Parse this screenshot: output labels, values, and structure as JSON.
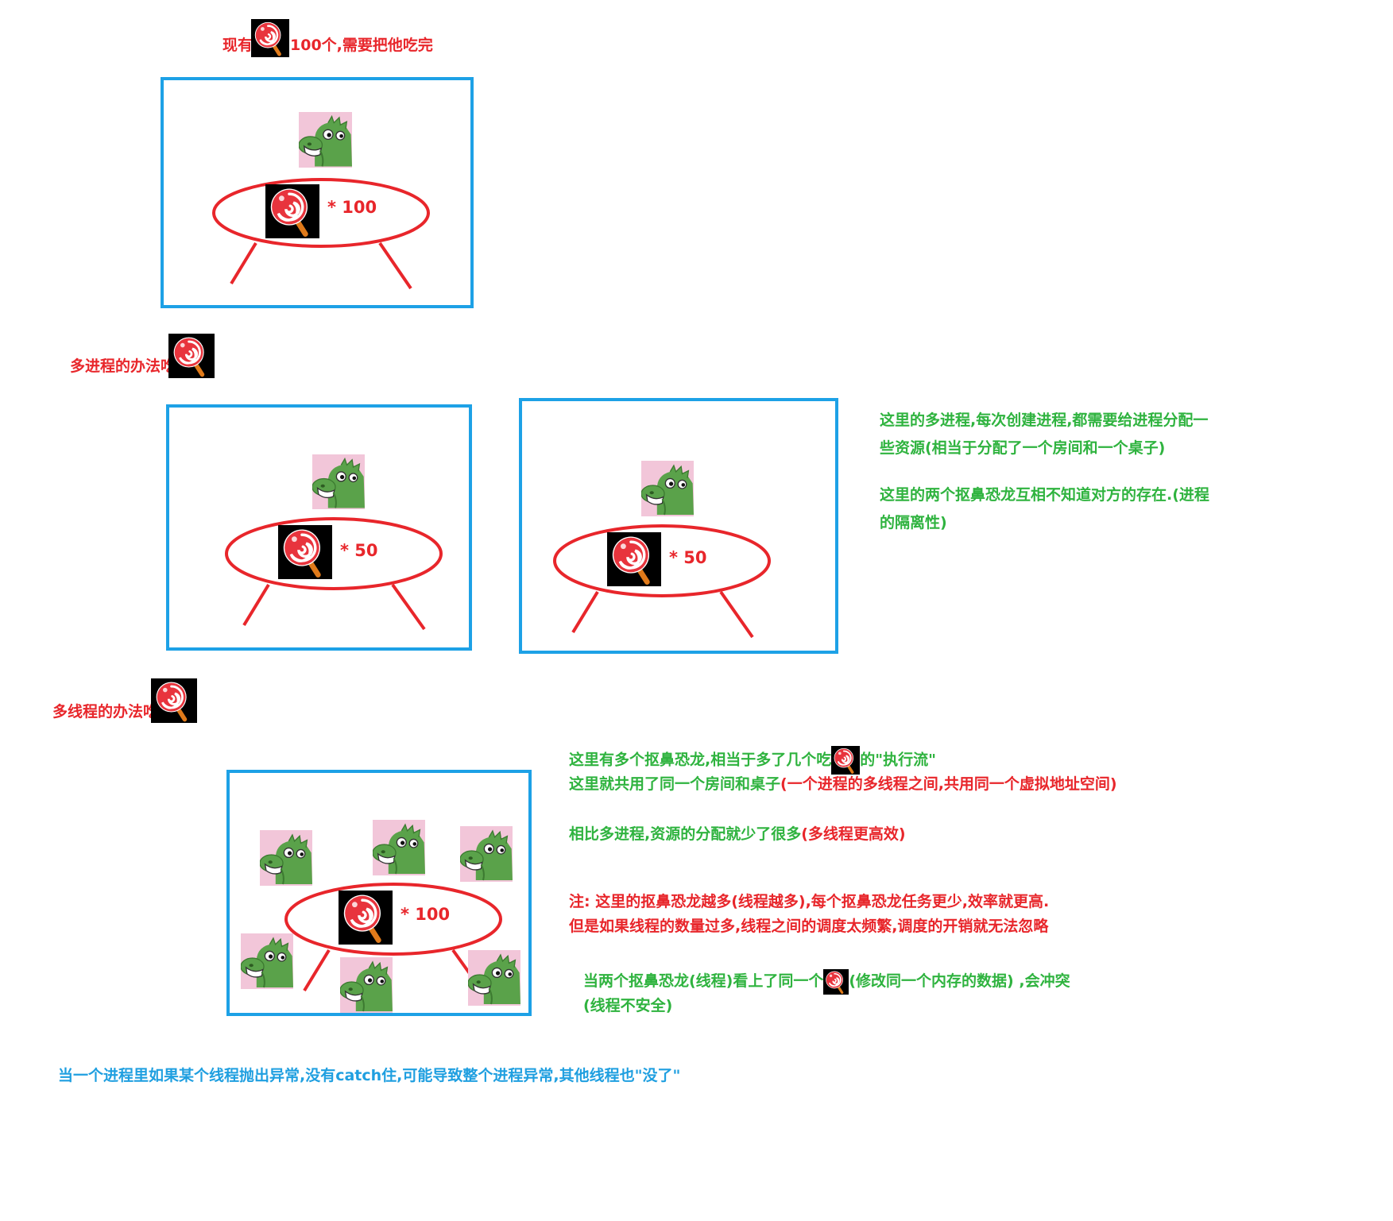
{
  "header": {
    "prefix": "现有",
    "suffix": "100个,需要把他吃完"
  },
  "scene1": {
    "count": "* 100"
  },
  "multiprocess": {
    "title": "多进程的办法吃",
    "count_left": "*  50",
    "count_right": "* 50",
    "note1_line1": "这里的多进程,每次创建进程,都需要给进程分配一",
    "note1_line2": "些资源(相当于分配了一个房间和一个桌子)",
    "note2_line1": "这里的两个抠鼻恐龙互相不知道对方的存在.(进程",
    "note2_line2": "的隔离性)"
  },
  "multithread": {
    "title": "多线程的办法吃",
    "count": "*  100",
    "note1_a": "这里有多个抠鼻恐龙,相当于多了几个吃",
    "note1_b": "的\"执行流\"",
    "note2_a": "这里就共用了同一个房间和桌子",
    "note2_b": "(一个进程的多线程之间,共用同一个虚拟地址空间)",
    "note3_a": "相比多进程,资源的分配就少了很多",
    "note3_b": "(多线程更高效)",
    "warn1": "注: 这里的抠鼻恐龙越多(线程越多),每个抠鼻恐龙任务更少,效率就更高.",
    "warn2": "但是如果线程的数量过多,线程之间的调度太频繁,调度的开销就无法忽略",
    "conflict_a": "当两个抠鼻恐龙(线程)看上了同一个",
    "conflict_b": "(修改同一个内存的数据) ,会冲突",
    "conflict_c": "(线程不安全)"
  },
  "footer": {
    "text": "当一个进程里如果某个线程抛出异常,没有catch住,可能导致整个进程异常,其他线程也\"没了\""
  },
  "colors": {
    "red": "#e8262b",
    "green": "#2fb33f",
    "blue": "#1f9fe0",
    "box": "#1da1e6",
    "dino_green": "#5aa24a",
    "dino_bg": "#f2c6d9"
  },
  "icons": {
    "candy": "lollipop-icon",
    "dino": "nose-picking-dinosaur-icon"
  }
}
